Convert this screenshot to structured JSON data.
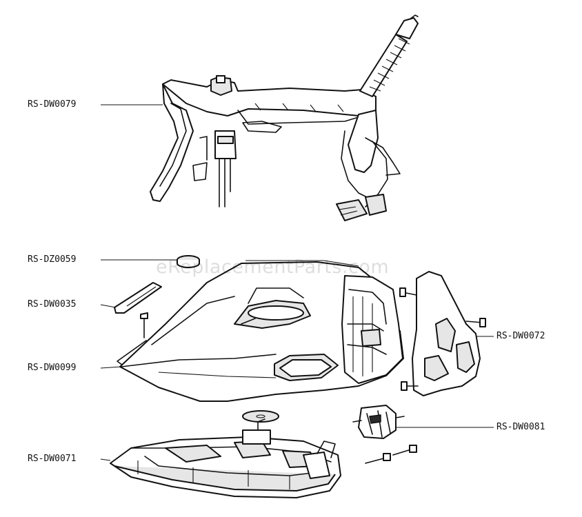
{
  "parts": [
    {
      "id": "p1",
      "label": "RS-DW0079"
    },
    {
      "id": "p2",
      "label": "RS-DZ0059"
    },
    {
      "id": "p3",
      "label": "RS-DW0035"
    },
    {
      "id": "p4",
      "label": "RS-DW0099"
    },
    {
      "id": "p5",
      "label": "RS-DW0071"
    },
    {
      "id": "p6",
      "label": "RS-DW0072"
    },
    {
      "id": "p7",
      "label": "RS-DW0081"
    }
  ],
  "watermark": "eReplacementParts.com",
  "colors": {
    "line": "#111111",
    "fill": "#ffffff",
    "shade": "#e6e6e6"
  }
}
